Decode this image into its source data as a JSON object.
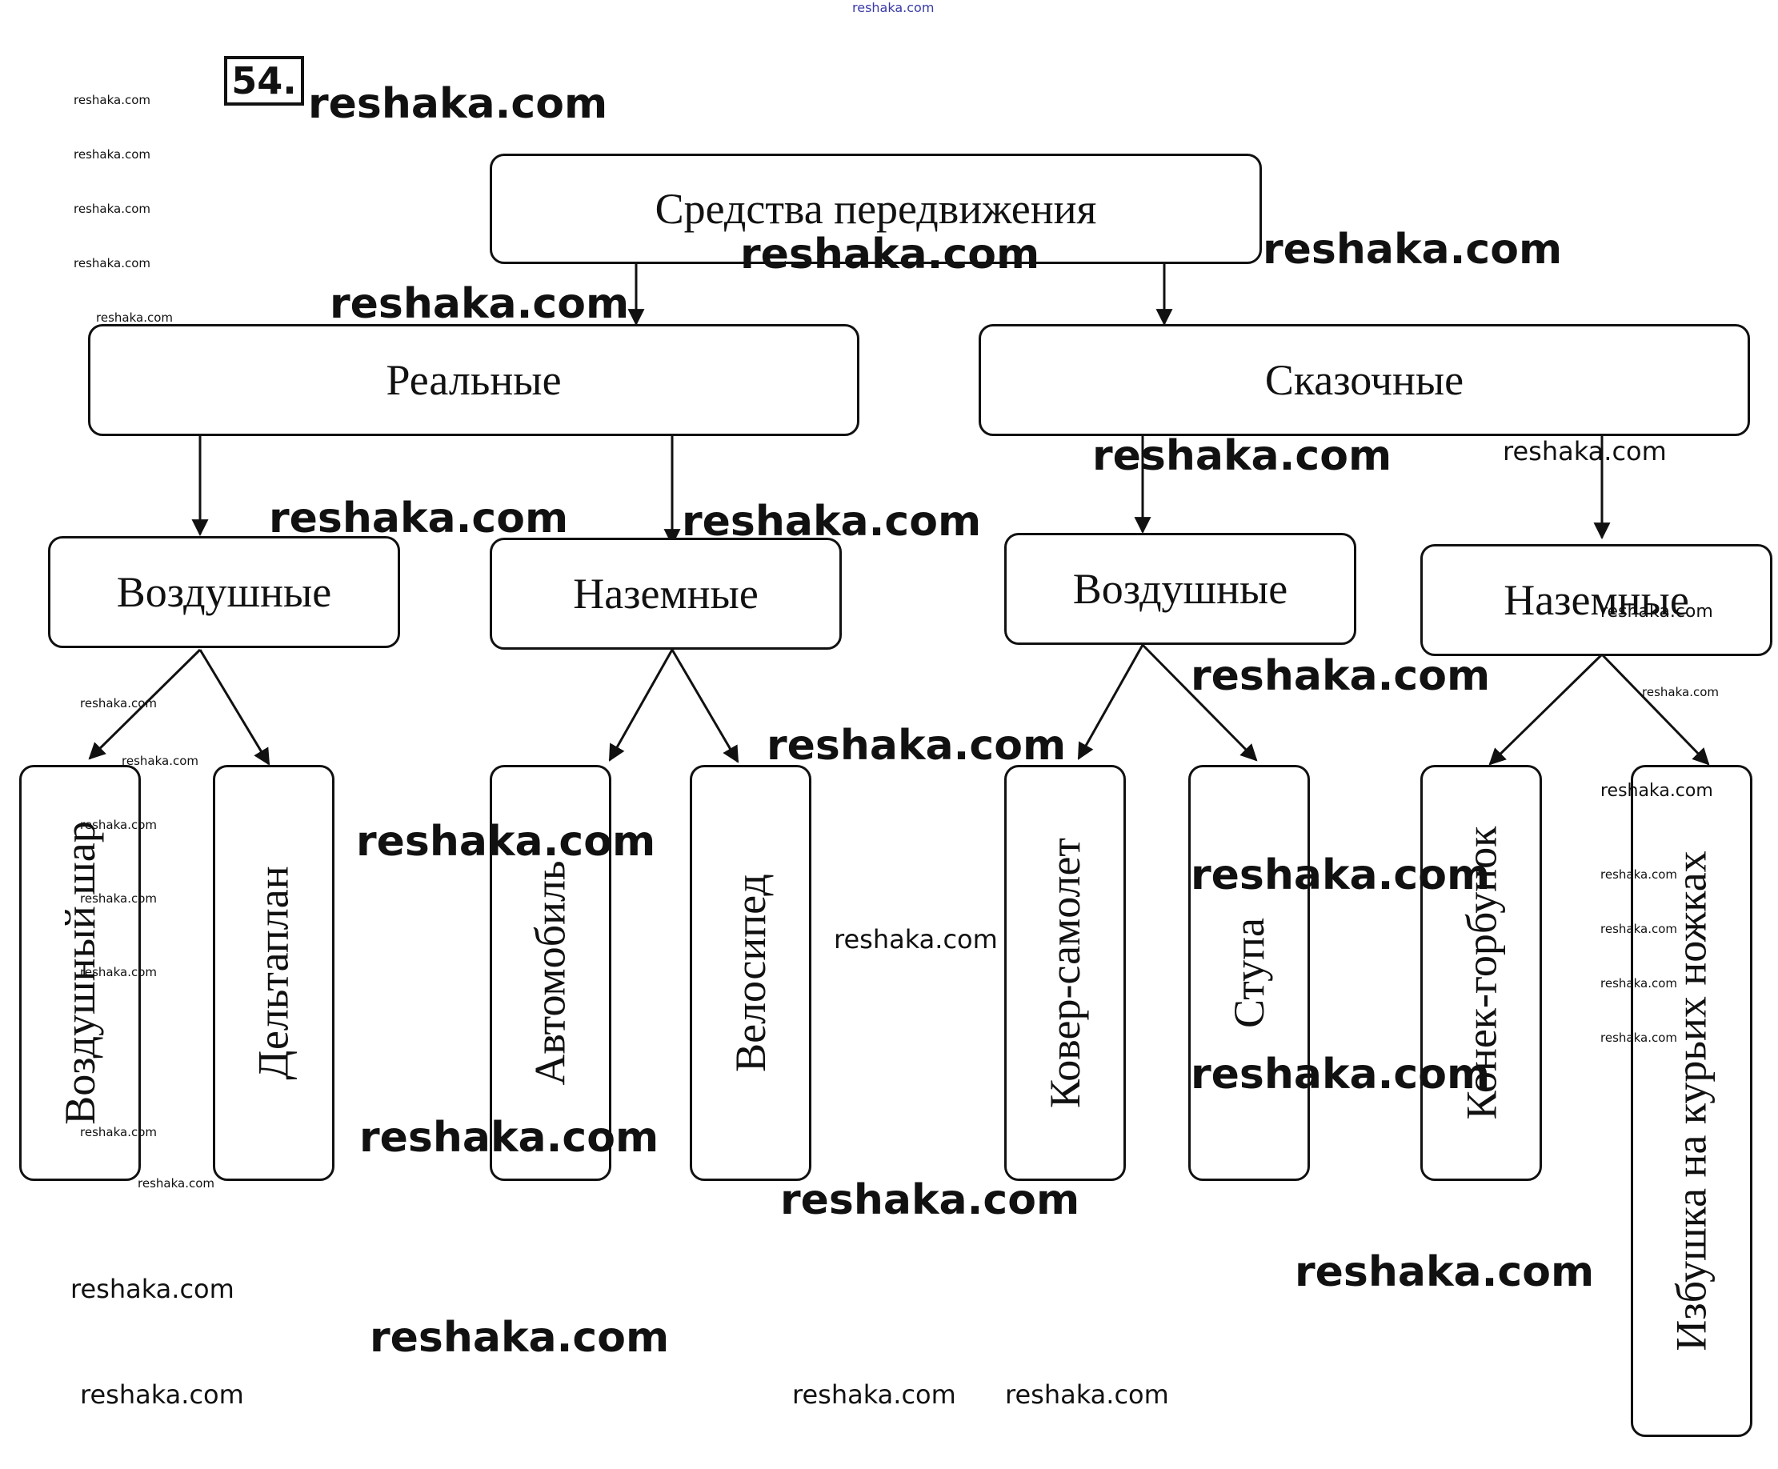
{
  "task_number": "54.",
  "root": "Средства передвижения",
  "categories": {
    "real": "Реальные",
    "fairy": "Сказочные"
  },
  "groups": {
    "real_air": "Воздушные",
    "real_ground": "Наземные",
    "fairy_air": "Воздушные",
    "fairy_ground": "Наземные"
  },
  "leaves": {
    "balloon": "Воздушный шар",
    "hang_glider": "Дельтаплан",
    "car": "Автомобиль",
    "bicycle": "Велосипед",
    "flying_carpet": "Ковер-самолет",
    "mortar": "Ступа",
    "humpbacked_horse": "Конек-горбунок",
    "hut": "Избушка на курьих ножках"
  },
  "watermark": "reshaka.com"
}
